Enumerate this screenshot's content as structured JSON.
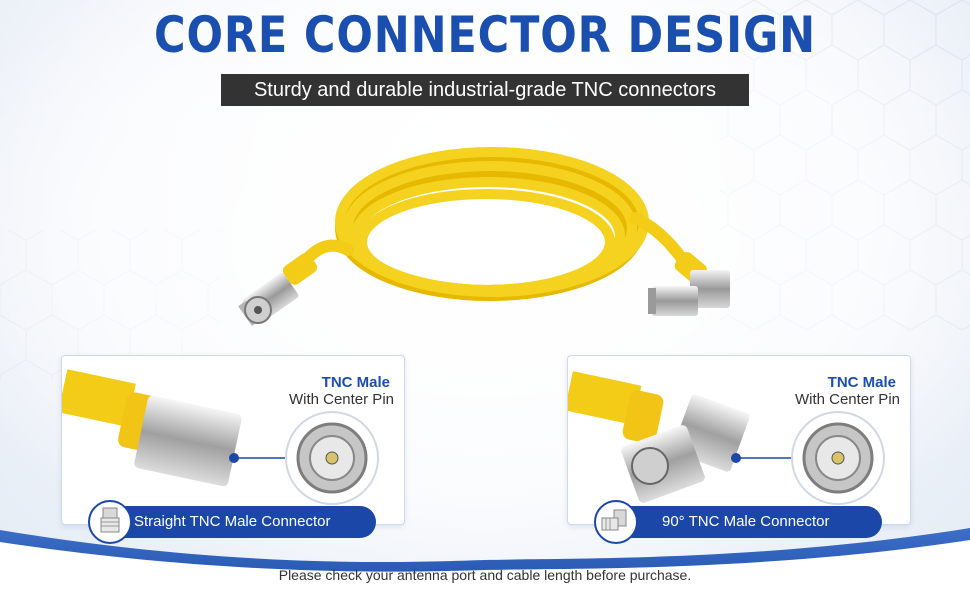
{
  "header": {
    "title": "CORE CONNECTOR DESIGN",
    "subtitle": "Sturdy and durable industrial-grade TNC connectors"
  },
  "cards": [
    {
      "title": "TNC Male",
      "subtitle": "With Center Pin",
      "label": "Straight TNC Male Connector"
    },
    {
      "title": "TNC Male",
      "subtitle": "With Center Pin",
      "label": "90° TNC Male Connector"
    }
  ],
  "footer": {
    "note": "Please check your antenna port and cable length before purchase."
  },
  "colors": {
    "brand_blue": "#1a4fb0",
    "pill_blue": "#1a47a8",
    "cable_yellow": "#f2cc17",
    "subtitle_bg": "#333333"
  }
}
